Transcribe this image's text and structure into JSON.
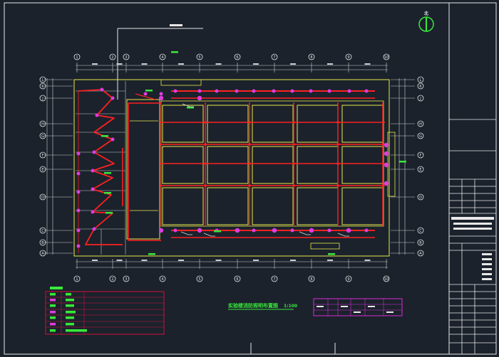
{
  "drawing": {
    "title": "实验楼消防照明布置图",
    "scale": "1:100",
    "north_label": "北",
    "axis_cols": [
      "1",
      "2",
      "3",
      "4",
      "5",
      "6",
      "7",
      "8",
      "9",
      "10"
    ],
    "axis_rows": [
      "L",
      "K",
      "J",
      "H",
      "G",
      "F",
      "E",
      "D",
      "C",
      "B",
      "A"
    ],
    "colors": {
      "background": "#1b222c",
      "frame": "#ffffff",
      "wall": "#e8e84a",
      "circuit": "#ff2020",
      "fixture": "#e03ce0",
      "text": "#39e83b",
      "dimension": "#cfcfcf",
      "legend_box": "#d0103a",
      "table_box": "#d82ad8"
    }
  }
}
